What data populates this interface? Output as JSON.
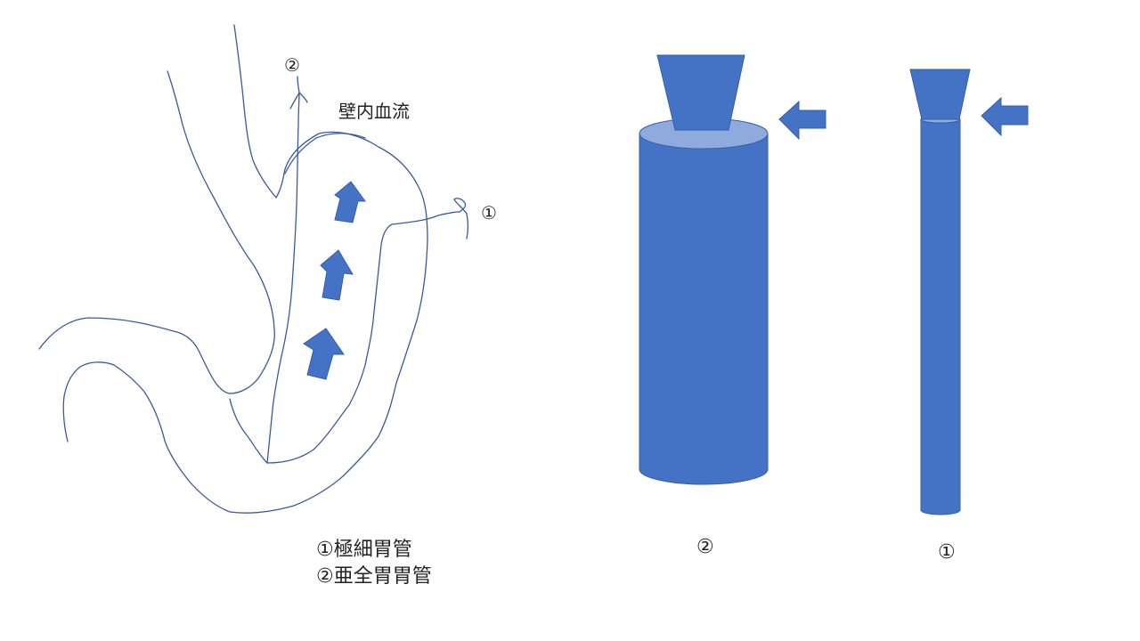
{
  "labels": {
    "blood_flow": "壁内血流",
    "marker_one": "①",
    "marker_two": "②",
    "legend_line1": "①極細胃管",
    "legend_line2": "②亜全胃胃管",
    "cylinder_two_label": "②",
    "cylinder_one_label": "①"
  },
  "colors": {
    "shape_fill": "#4472c4",
    "shape_top": "#8faadc",
    "outline": "#3a5a9a"
  }
}
